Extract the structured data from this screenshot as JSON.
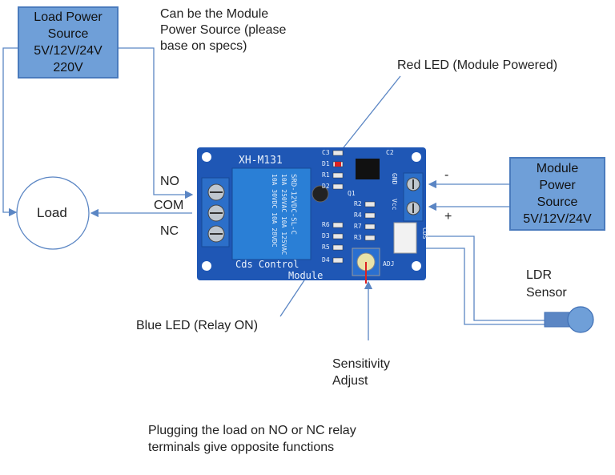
{
  "load_power_box": {
    "lines": [
      "Load Power",
      "Source",
      "5V/12V/24V",
      "220V"
    ]
  },
  "module_power_note": {
    "lines": [
      "Can be the Module",
      "Power Source (please",
      "base on specs)"
    ]
  },
  "red_led_label": "Red LED (Module Powered)",
  "module_power_box": {
    "lines": [
      "Module",
      "Power",
      "Source",
      "5V/12V/24V"
    ]
  },
  "terminals": {
    "no": "NO",
    "com": "COM",
    "nc": "NC"
  },
  "load_label": "Load",
  "polarity": {
    "minus": "-",
    "plus": "+"
  },
  "ldr_label": {
    "lines": [
      "LDR",
      "Sensor"
    ]
  },
  "blue_led_label": "Blue LED (Relay ON)",
  "sensitivity_label": {
    "lines": [
      "Sensitivity",
      "Adjust"
    ]
  },
  "footer_note": {
    "lines": [
      "Plugging the load on NO or NC relay",
      "terminals give opposite functions"
    ]
  },
  "board": {
    "model": "XH-M131",
    "bottom_text_1": "Cds Control",
    "bottom_text_2": "Module",
    "relay_text": [
      "SRD-12VDC-SL-C",
      "10A 250VAC 10A 125VAC",
      "10A 30VDC 10A 28VDC"
    ],
    "silk_left": [
      "C3",
      "D1",
      "R1",
      "D2",
      "R6",
      "D3",
      "R5",
      "D4"
    ],
    "silk_right": [
      "C2",
      "R2",
      "R4",
      "R7",
      "R3"
    ],
    "silk_misc": {
      "q1": "Q1",
      "gnd": "GND",
      "vcc": "Vcc",
      "cds": "CDS",
      "adj": "ADJ"
    }
  },
  "colors": {
    "box_fill": "#6f9fd8",
    "wire": "#5b86c4",
    "pcb": "#1f57b5",
    "relay": "#2a7fd6",
    "terminal": "#2c6fc9"
  }
}
